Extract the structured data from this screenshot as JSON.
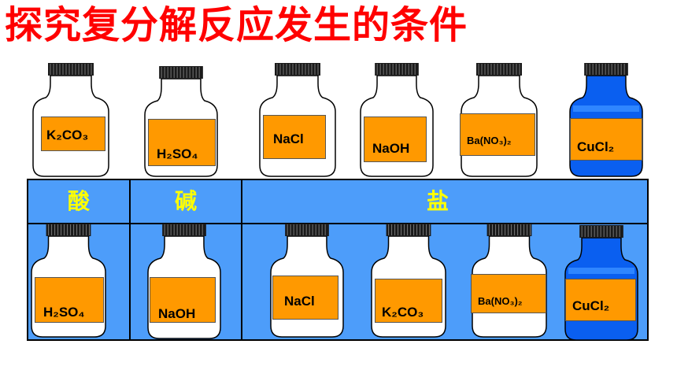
{
  "title": "探究复分解反应发生的条件",
  "categories": {
    "acid": "酸",
    "base": "碱",
    "salt": "盐"
  },
  "top_bottles": [
    {
      "formula": "K₂CO₃",
      "color": "white"
    },
    {
      "formula": "H₂SO₄",
      "color": "white"
    },
    {
      "formula": "NaCl",
      "color": "white"
    },
    {
      "formula": "NaOH",
      "color": "white"
    },
    {
      "formula": "Ba(NO₃)₂",
      "color": "white"
    },
    {
      "formula": "CuCl₂",
      "color": "blue"
    }
  ],
  "bottom_bottles": [
    {
      "formula": "H₂SO₄",
      "color": "white"
    },
    {
      "formula": "NaOH",
      "color": "white"
    },
    {
      "formula": "NaCl",
      "color": "white"
    },
    {
      "formula": "K₂CO₃",
      "color": "white"
    },
    {
      "formula": "Ba(NO₃)₂",
      "color": "white"
    },
    {
      "formula": "CuCl₂",
      "color": "blue"
    }
  ],
  "colors": {
    "title": "#ff0000",
    "shelf": "#4d9dfa",
    "category_text": "#ffff00",
    "label": "#ff9900",
    "solution_blue": "#0a5ff0"
  }
}
